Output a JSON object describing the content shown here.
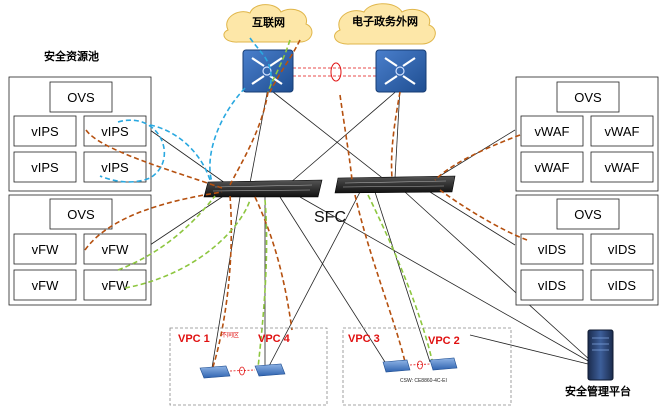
{
  "clouds": {
    "internet": "互联网",
    "egov": "电子政务外网"
  },
  "pool_title": "安全资源池",
  "left_group_top": {
    "ovs": "OVS",
    "cells": [
      "vIPS",
      "vIPS",
      "vIPS",
      "vIPS"
    ]
  },
  "left_group_bottom": {
    "ovs": "OVS",
    "cells": [
      "vFW",
      "vFW",
      "vFW",
      "vFW"
    ]
  },
  "right_group_top": {
    "ovs": "OVS",
    "cells": [
      "vWAF",
      "vWAF",
      "vWAF",
      "vWAF"
    ]
  },
  "right_group_bottom": {
    "ovs": "OVS",
    "cells": [
      "vIDS",
      "vIDS",
      "vIDS",
      "vIDS"
    ]
  },
  "sfc_label": "SFC",
  "vpc_left": {
    "vpc1": "VPC 1",
    "small_tag": "不同区",
    "vpc4": "VPC 4"
  },
  "vpc_right": {
    "vpc3": "VPC 3",
    "vpc2": "VPC 2",
    "csw": "CSW: CE8860-4C-EI"
  },
  "mgmt_label": "安全管理平台",
  "colors": {
    "orange_dashed": "#b5500f",
    "blue_dashed": "#29a8e0",
    "green_dashed": "#8dc63f",
    "router_blue": "#2a5fa8",
    "cloud_fill": "#fde7a8",
    "red_link": "#e01010"
  }
}
